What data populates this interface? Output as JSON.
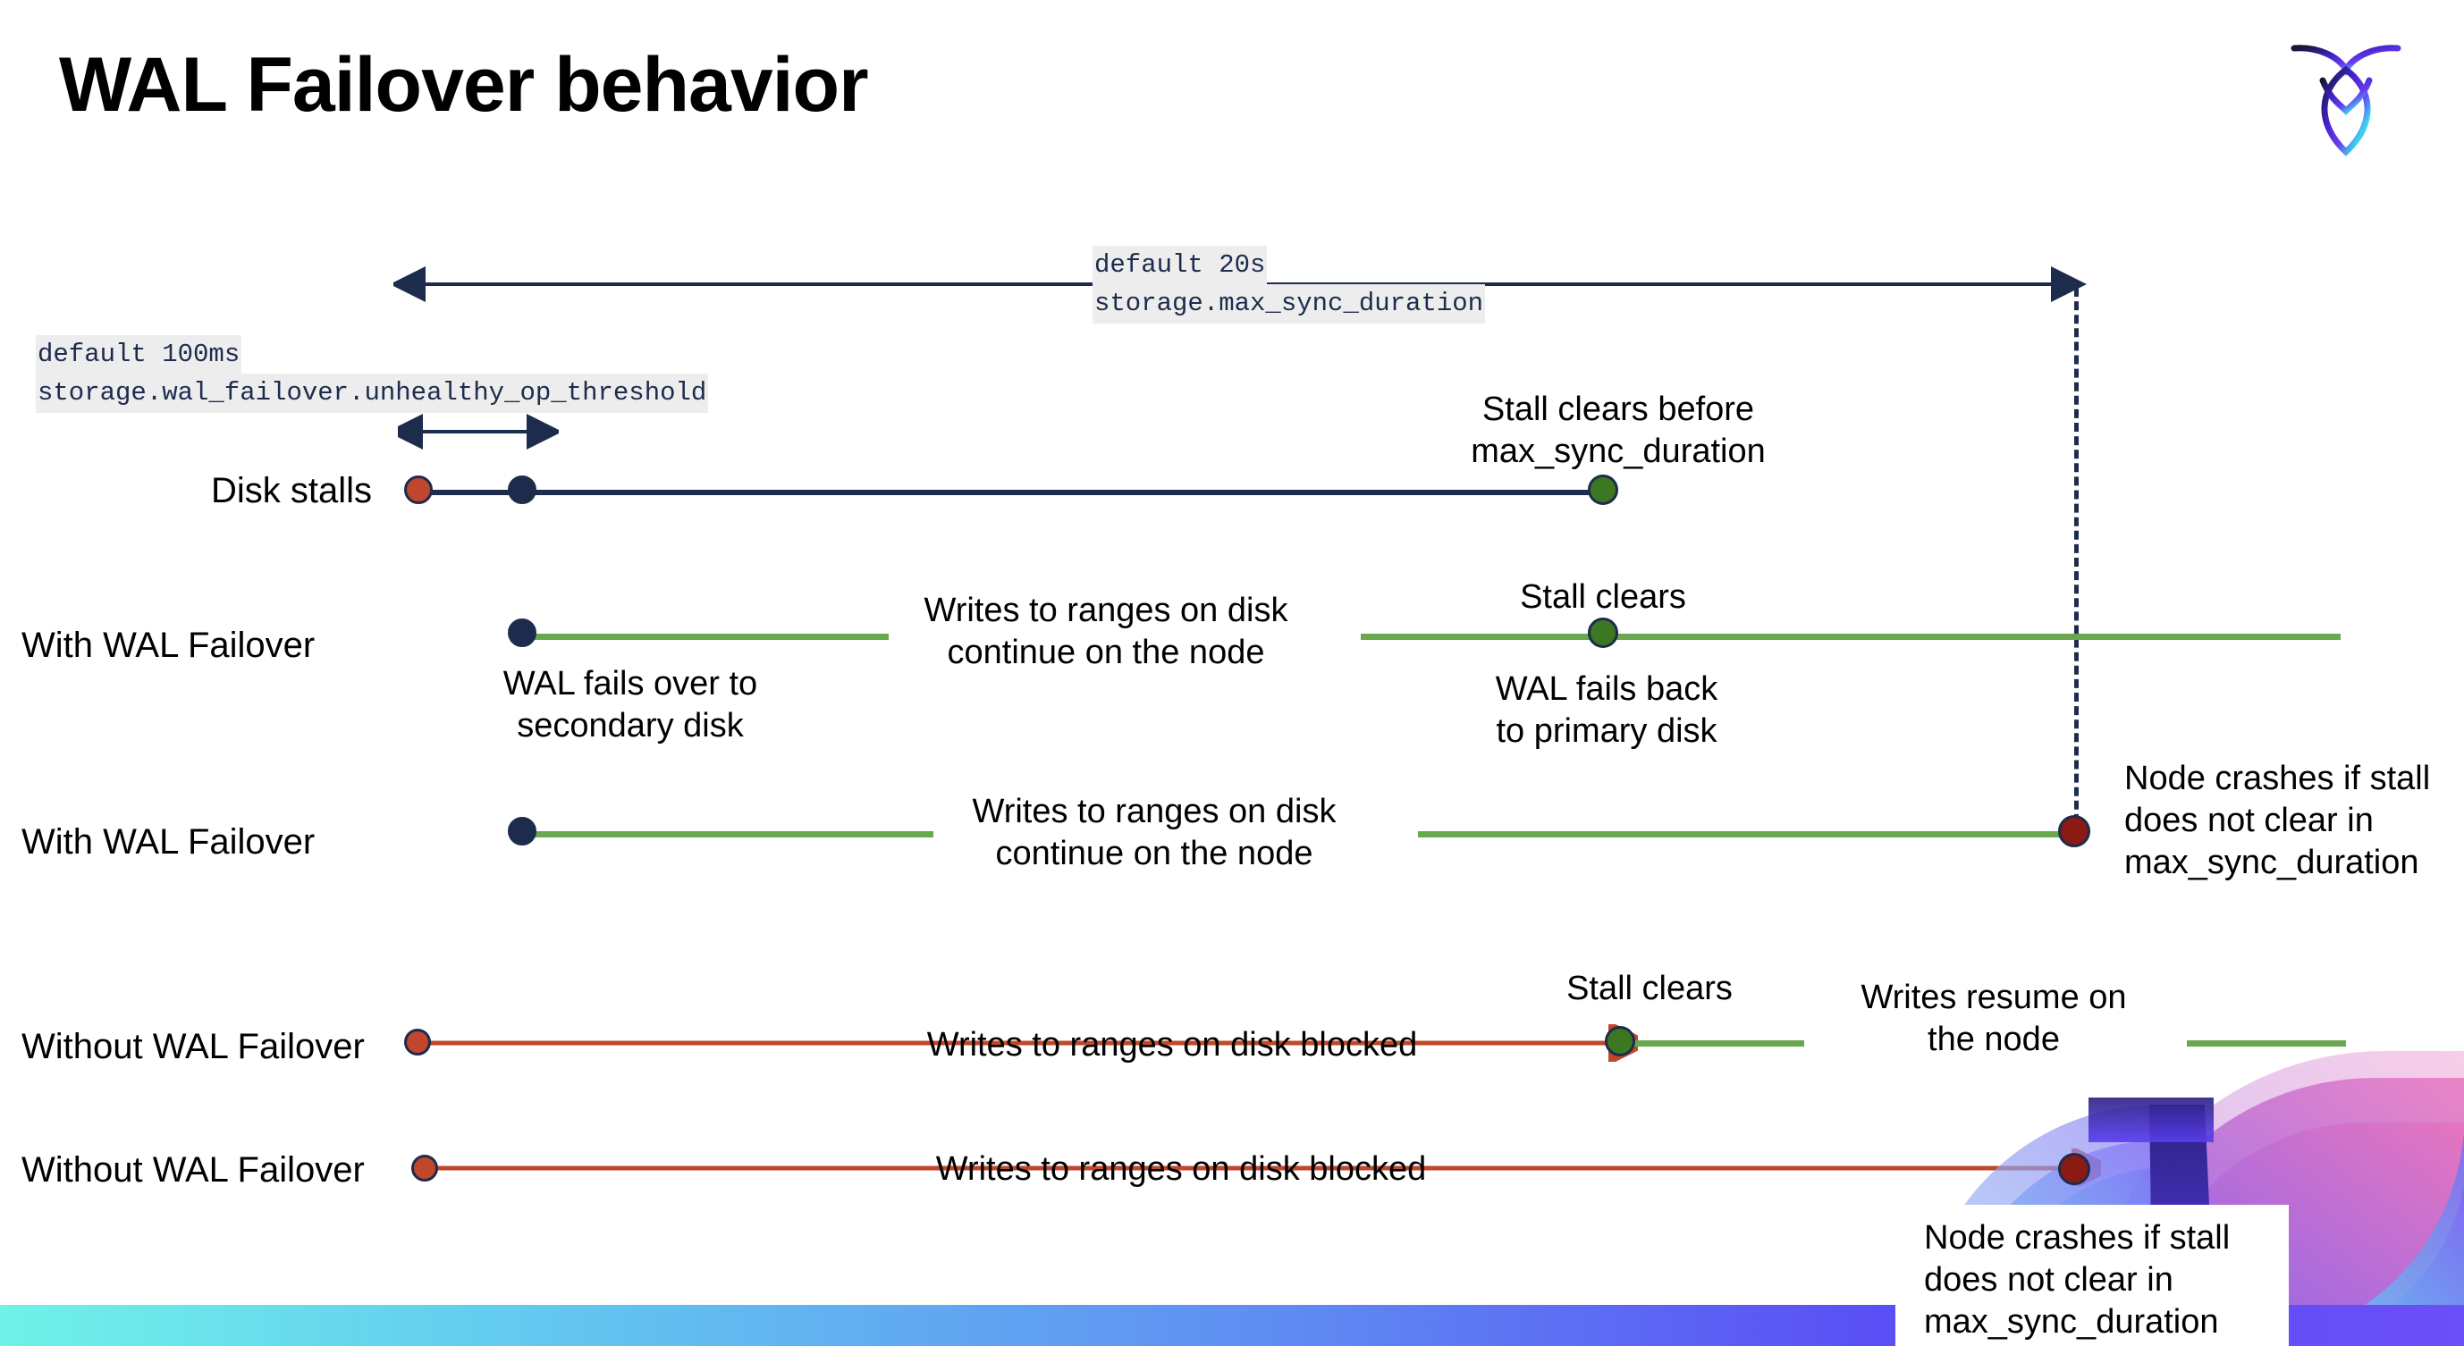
{
  "slide": {
    "title": "WAL Failover behavior",
    "logo_name": "cockroach-labs-logo"
  },
  "settings": [
    {
      "id": "max_sync_duration",
      "default_label": "default 20s",
      "name_label": "storage.max_sync_duration"
    },
    {
      "id": "unhealthy_op_threshold",
      "default_label": "default 100ms",
      "name_label": "storage.wal_failover.unhealthy_op_threshold"
    }
  ],
  "rows": [
    {
      "id": "disk-stalls",
      "label": "Disk stalls",
      "annotations": [
        {
          "id": "stall-clears-before",
          "text": "Stall clears before\nmax_sync_duration"
        }
      ]
    },
    {
      "id": "with-wal-failover-1",
      "label": "With WAL Failover",
      "annotations": [
        {
          "id": "writes-continue-1",
          "text": "Writes to ranges on disk\ncontinue on the node"
        },
        {
          "id": "stall-clears-1",
          "text": "Stall clears"
        },
        {
          "id": "wal-fails-over",
          "text": "WAL fails over to\nsecondary disk"
        },
        {
          "id": "wal-fails-back",
          "text": "WAL fails  back\nto primary disk"
        }
      ]
    },
    {
      "id": "with-wal-failover-2",
      "label": "With WAL Failover",
      "annotations": [
        {
          "id": "writes-continue-2",
          "text": "Writes to ranges on disk\ncontinue on the node"
        },
        {
          "id": "node-crashes-1",
          "text": "Node crashes if stall\ndoes not clear in\nmax_sync_duration"
        }
      ]
    },
    {
      "id": "without-wal-failover-1",
      "label": "Without WAL Failover",
      "annotations": [
        {
          "id": "writes-blocked-1",
          "text": "Writes to ranges on disk  blocked"
        },
        {
          "id": "stall-clears-2",
          "text": "Stall clears"
        },
        {
          "id": "writes-resume",
          "text": "Writes resume on\nthe node"
        }
      ]
    },
    {
      "id": "without-wal-failover-2",
      "label": "Without WAL Failover",
      "annotations": [
        {
          "id": "writes-blocked-2",
          "text": "Writes to ranges on disk  blocked"
        },
        {
          "id": "node-crashes-2",
          "text": "Node crashes if stall\ndoes not clear in\nmax_sync_duration"
        }
      ]
    }
  ],
  "colors": {
    "navy": "#1d2b4d",
    "green_line": "#6aa84f",
    "green_dot": "#3c7721",
    "red_line": "#c0472b",
    "red_dot": "#c0472b",
    "dark_red_dot": "#8b1a12",
    "code_bg": "#ededed",
    "band_start": "#6ff2e8",
    "band_end": "#6b4ff7"
  }
}
